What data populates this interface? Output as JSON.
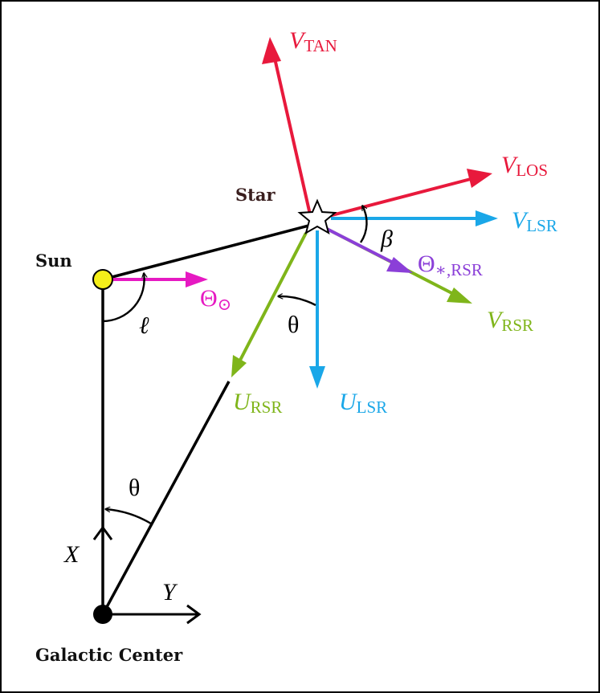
{
  "colors": {
    "tan": "#e8193c",
    "los": "#e8193c",
    "lsr": "#1aa7e8",
    "rsr": "#7fb51a",
    "theta_star": "#8b3fd8",
    "theta_sun": "#e619c2",
    "sun_fill": "#f5ef1a",
    "black": "#000000"
  },
  "labels": {
    "sun": "Sun",
    "star": "Star",
    "galactic_center": "Galactic Center",
    "x_axis": "X",
    "y_axis": "Y",
    "l_angle": "ℓ",
    "theta_top": "θ",
    "theta_bottom": "θ",
    "beta": "β",
    "v_tan": {
      "main": "V",
      "sub": "TAN"
    },
    "v_los": {
      "main": "V",
      "sub": "LOS"
    },
    "v_lsr": {
      "main": "V",
      "sub": "LSR"
    },
    "u_lsr": {
      "main": "U",
      "sub": "LSR"
    },
    "v_rsr": {
      "main": "V",
      "sub": "RSR"
    },
    "u_rsr": {
      "main": "U",
      "sub": "RSR"
    },
    "theta_star_rsr": {
      "main": "Θ",
      "sub": "∗,RSR"
    },
    "theta_sun": {
      "main": "Θ",
      "sub": "⊙"
    }
  }
}
